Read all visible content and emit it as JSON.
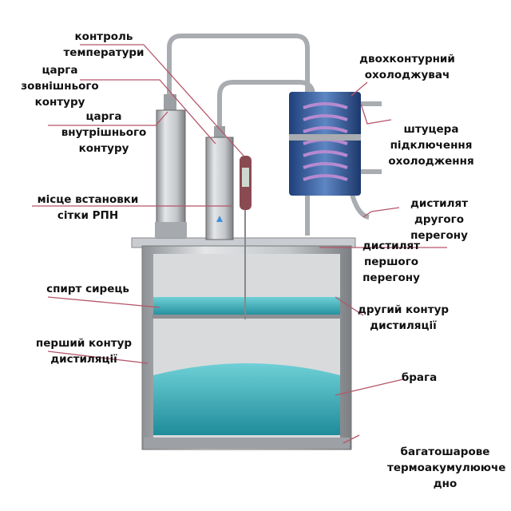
{
  "labels": {
    "temperature_control": "контроль\nтемператури",
    "outer_column": "царга\nзовнішнього\nконтуру",
    "inner_column": "царга\nвнутрішнього\nконтуру",
    "mesh_place": "місце встановки\nсітки РПН",
    "raw_spirit": "спирт сирець",
    "first_circuit": "перший контур\nдистиляції",
    "dual_cooler": "двохконтурний\nохолоджувач",
    "cooling_fittings": "штуцера\nпідключення\nохолодження",
    "second_distillate": "дистилят\nдругого\nперегону",
    "first_distillate": "дистилят\nпершого\nперегону",
    "second_circuit": "другий контур\nдистиляції",
    "mash": "брага",
    "bottom": "багатошарове\nтермоакумулююче\nдно"
  },
  "colors": {
    "leader": "#b5566a",
    "water": "#3fb3bf",
    "steel": "#b9bcc0",
    "coil": "#8a5fa8"
  }
}
